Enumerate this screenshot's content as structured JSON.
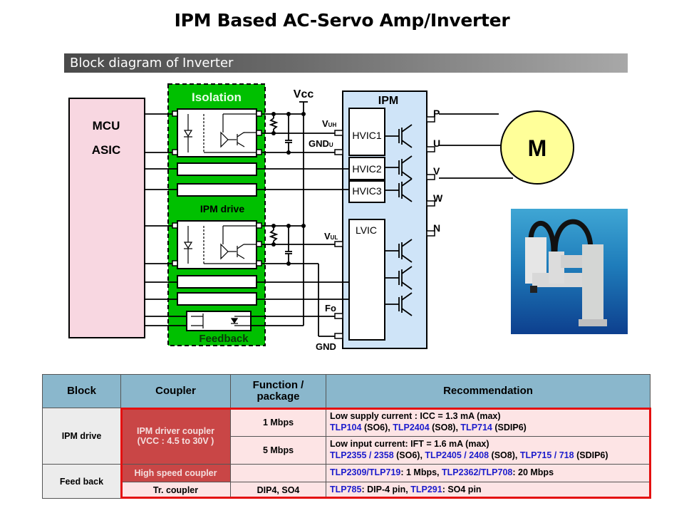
{
  "slide": {
    "title": "IPM Based AC-Servo Amp/Inverter",
    "section_label": "Block diagram of Inverter"
  },
  "diagram": {
    "mcu_block": {
      "line1": "MCU",
      "line2": "ASIC"
    },
    "isolation_block": {
      "title": "Isolation",
      "ipm_drive_label": "IPM drive",
      "feedback_label": "Feedback"
    },
    "vcc_label": "Vcc",
    "pins": {
      "vuh": {
        "main": "V",
        "sub": "UH"
      },
      "gndu": {
        "main": "GND",
        "sub": "U"
      },
      "vul": {
        "main": "V",
        "sub": "UL"
      },
      "fo": "Fo",
      "gnd": "GND"
    },
    "ipm": {
      "title": "IPM",
      "hvic1": "HVIC1",
      "hvic2": "HVIC2",
      "hvic3": "HVIC3",
      "lvic": "LVIC",
      "outputs": [
        "P",
        "U",
        "V",
        "W",
        "N"
      ]
    },
    "motor_label": "M",
    "photo": "scara-robot-photo",
    "colors": {
      "isolation_green": "#00c000",
      "mcu_pink": "#f8d7e1",
      "ipm_blue": "#cfe4f8",
      "motor_yellow": "#ffff99"
    }
  },
  "table": {
    "headers": [
      "Block",
      "Coupler",
      "Function /\npackage",
      "Recommendation"
    ],
    "rows": [
      {
        "block": "IPM drive",
        "coupler": "IPM driver coupler\n(VCC : 4.5 to 30V )",
        "function": "1 Mbps",
        "rec_line1": "Low supply  current : ICC = 1.3 mA (max)",
        "rec_line2_parts": [
          {
            "text": "TLP104",
            "link": true
          },
          {
            "text": " (SO6), ",
            "link": false
          },
          {
            "text": "TLP2404",
            "link": true
          },
          {
            "text": " (SO8), ",
            "link": false
          },
          {
            "text": "TLP714",
            "link": true
          },
          {
            "text": " (SDIP6)",
            "link": false
          }
        ]
      },
      {
        "function": "5 Mbps",
        "rec_line1": "Low input current: IFT = 1.6 mA (max)",
        "rec_line2_parts": [
          {
            "text": "TLP2355 / 2358",
            "link": true
          },
          {
            "text": " (SO6), ",
            "link": false
          },
          {
            "text": "TLP2405 / 2408",
            "link": true
          },
          {
            "text": " (SO8), ",
            "link": false
          },
          {
            "text": "TLP715 / 718",
            "link": true
          },
          {
            "text": " (SDIP6)",
            "link": false
          }
        ]
      },
      {
        "block": "Feed back",
        "coupler": "High speed coupler",
        "function": "",
        "rec_parts": [
          {
            "text": "TLP2309/TLP719",
            "link": true
          },
          {
            "text": ":  1 Mbps,  ",
            "link": false
          },
          {
            "text": "TLP2362/TLP708",
            "link": true
          },
          {
            "text": ":  20 Mbps",
            "link": false
          }
        ]
      },
      {
        "coupler": "Tr. coupler",
        "function": "DIP4, SO4",
        "rec_parts": [
          {
            "text": "TLP785",
            "link": true
          },
          {
            "text": ": DIP-4 pin, ",
            "link": false
          },
          {
            "text": "TLP291",
            "link": true
          },
          {
            "text": ":  SO4 pin",
            "link": false
          }
        ]
      }
    ]
  }
}
